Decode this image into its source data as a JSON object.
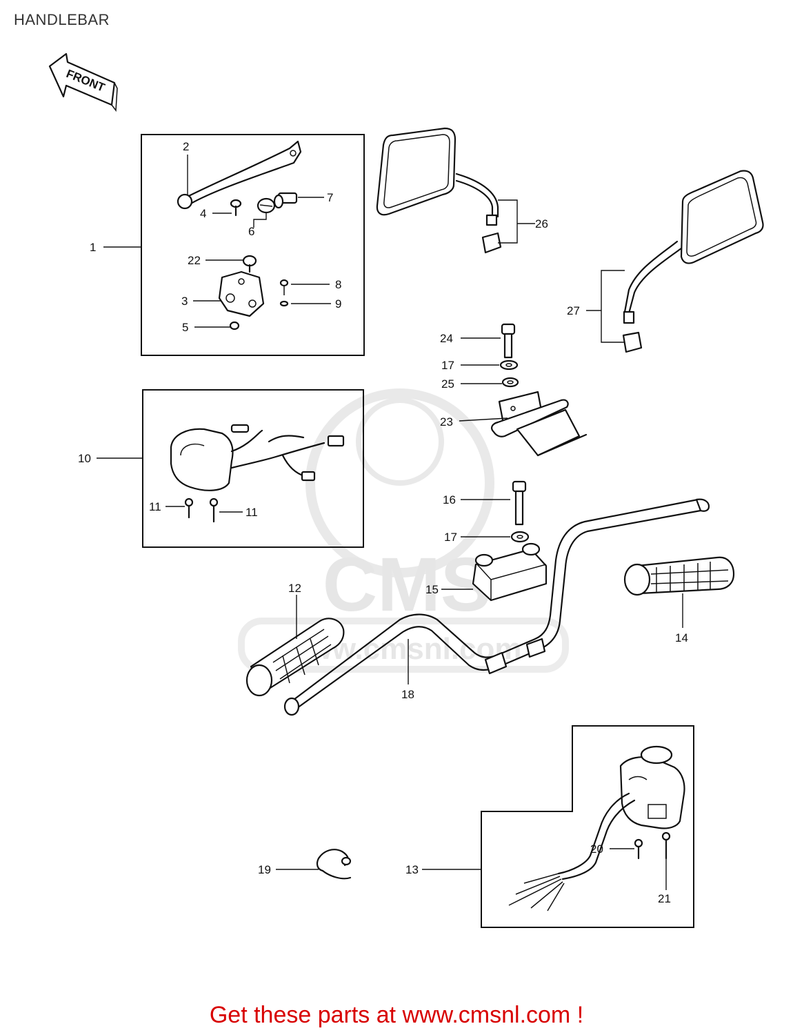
{
  "header": {
    "title": "HANDLEBAR"
  },
  "front_arrow": {
    "label": "FRONT"
  },
  "watermark": {
    "brand": "CMS",
    "site": "www.cmsnl.com"
  },
  "footer": {
    "cta": "Get these parts at www.cmsnl.com !"
  },
  "callouts": {
    "c1": "1",
    "c2": "2",
    "c3": "3",
    "c4": "4",
    "c5": "5",
    "c6": "6",
    "c7": "7",
    "c8": "8",
    "c9": "9",
    "c10": "10",
    "c11a": "11",
    "c11b": "11",
    "c12": "12",
    "c13": "13",
    "c14": "14",
    "c15": "15",
    "c16": "16",
    "c17a": "17",
    "c17b": "17",
    "c18": "18",
    "c19": "19",
    "c20": "20",
    "c21": "21",
    "c22": "22",
    "c23": "23",
    "c24": "24",
    "c25": "25",
    "c26": "26",
    "c27": "27"
  },
  "colors": {
    "line_art": "#111111",
    "cta_text": "#d80000",
    "watermark": "#e6e6e6"
  }
}
